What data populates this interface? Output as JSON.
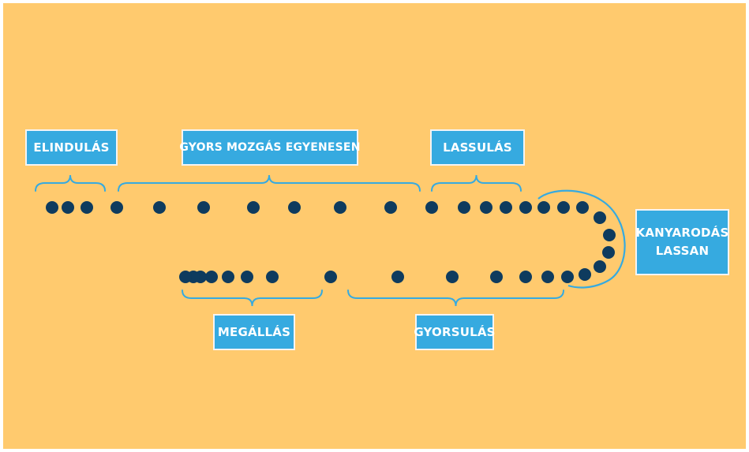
{
  "colors": {
    "background": "#FFCA6E",
    "dot": "#0E3B5E",
    "label_fill": "#36AAE0",
    "label_border": "#F4F4F4",
    "line": "#36AAE0",
    "label_text": "#FFFFFF"
  },
  "labels": {
    "start": "ELINDULÁS",
    "fast_straight": "GYORS MOZGÁS EGYENESEN",
    "slowing": "LASSULÁS",
    "turning": "KANYARODÁS LASSAN",
    "stopping": "MEGÁLLÁS",
    "accelerating": "GYORSULÁS"
  }
}
